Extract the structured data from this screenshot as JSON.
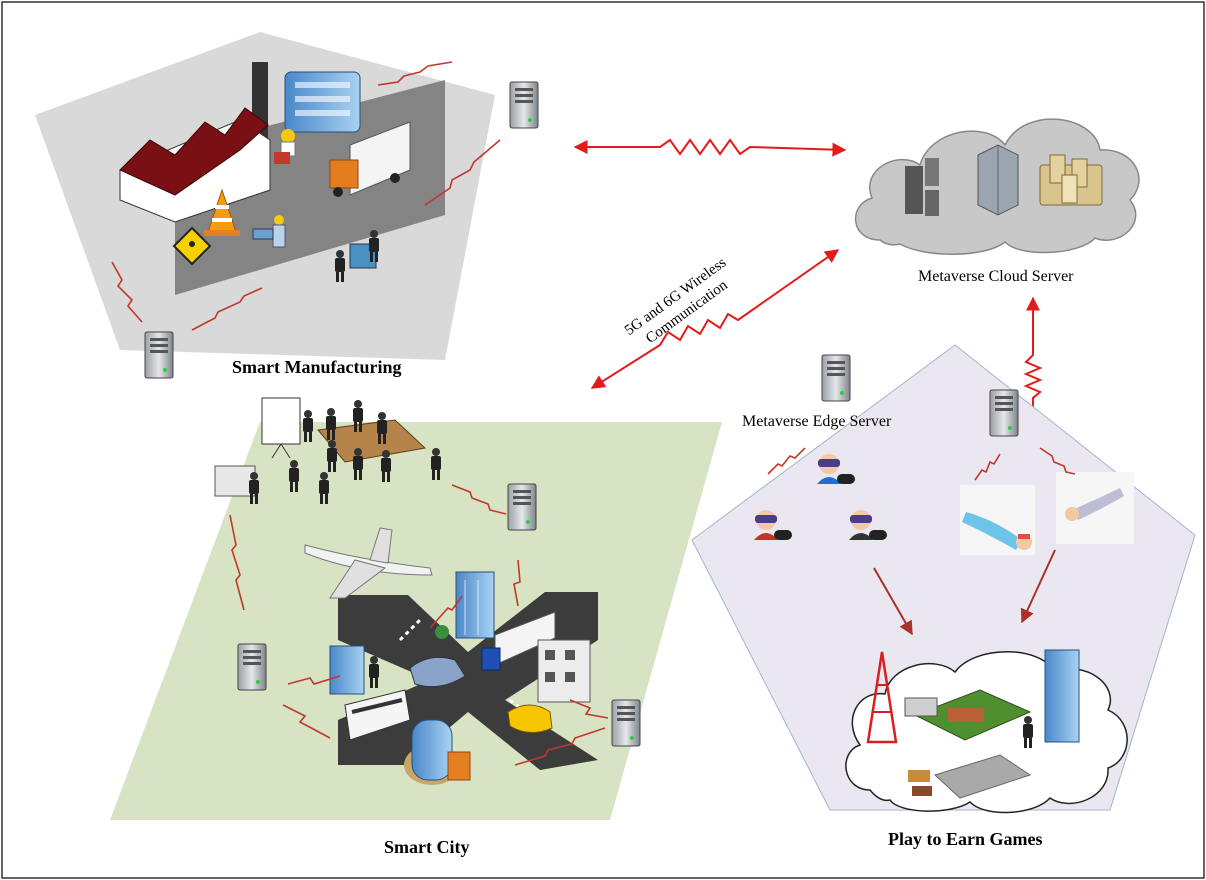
{
  "labels": {
    "smart_manufacturing": "Smart Manufacturing",
    "smart_city": "Smart City",
    "play_to_earn": "Play to Earn Games",
    "cloud_server": "Metaverse Cloud Server",
    "edge_server": "Metaverse Edge Server",
    "wireless_line1": "5G and 6G Wireless",
    "wireless_line2": "Communication"
  },
  "colors": {
    "manufacturing_area": "#d9d9d9",
    "city_area": "#d8e3c4",
    "gaming_area": "#ebe7f1",
    "cloud": "#c8c8c8",
    "road": "#3c3c3c",
    "link_red": "#e31b1b",
    "link_dark": "#a93226",
    "factory_roof": "#7a0f14"
  },
  "icons": [
    "server-icon",
    "factory-icon",
    "building-icon",
    "truck-icon",
    "worker-icon",
    "traffic-cone-icon",
    "construction-sign-icon",
    "meeting-room-icon",
    "airplane-icon",
    "bus-icon",
    "taxi-icon",
    "car-icon",
    "vr-gamer-icon",
    "vr-flyer-icon",
    "radio-tower-icon",
    "cloud-icon"
  ]
}
